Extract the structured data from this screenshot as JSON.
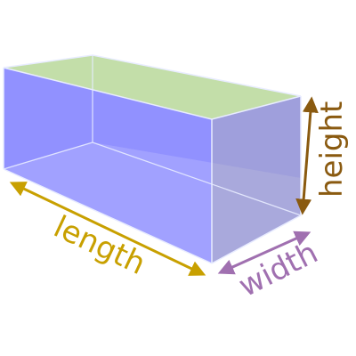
{
  "labels": {
    "length": "length",
    "width": "width",
    "height": "height"
  },
  "colors": {
    "front_face": "#8080ff",
    "top_face": "#c8e6a0",
    "side_face": "#a0a0d8",
    "edge": "#e8ecff",
    "length_color": "#c8a000",
    "width_color": "#a070b0",
    "height_color": "#8a5a10"
  }
}
